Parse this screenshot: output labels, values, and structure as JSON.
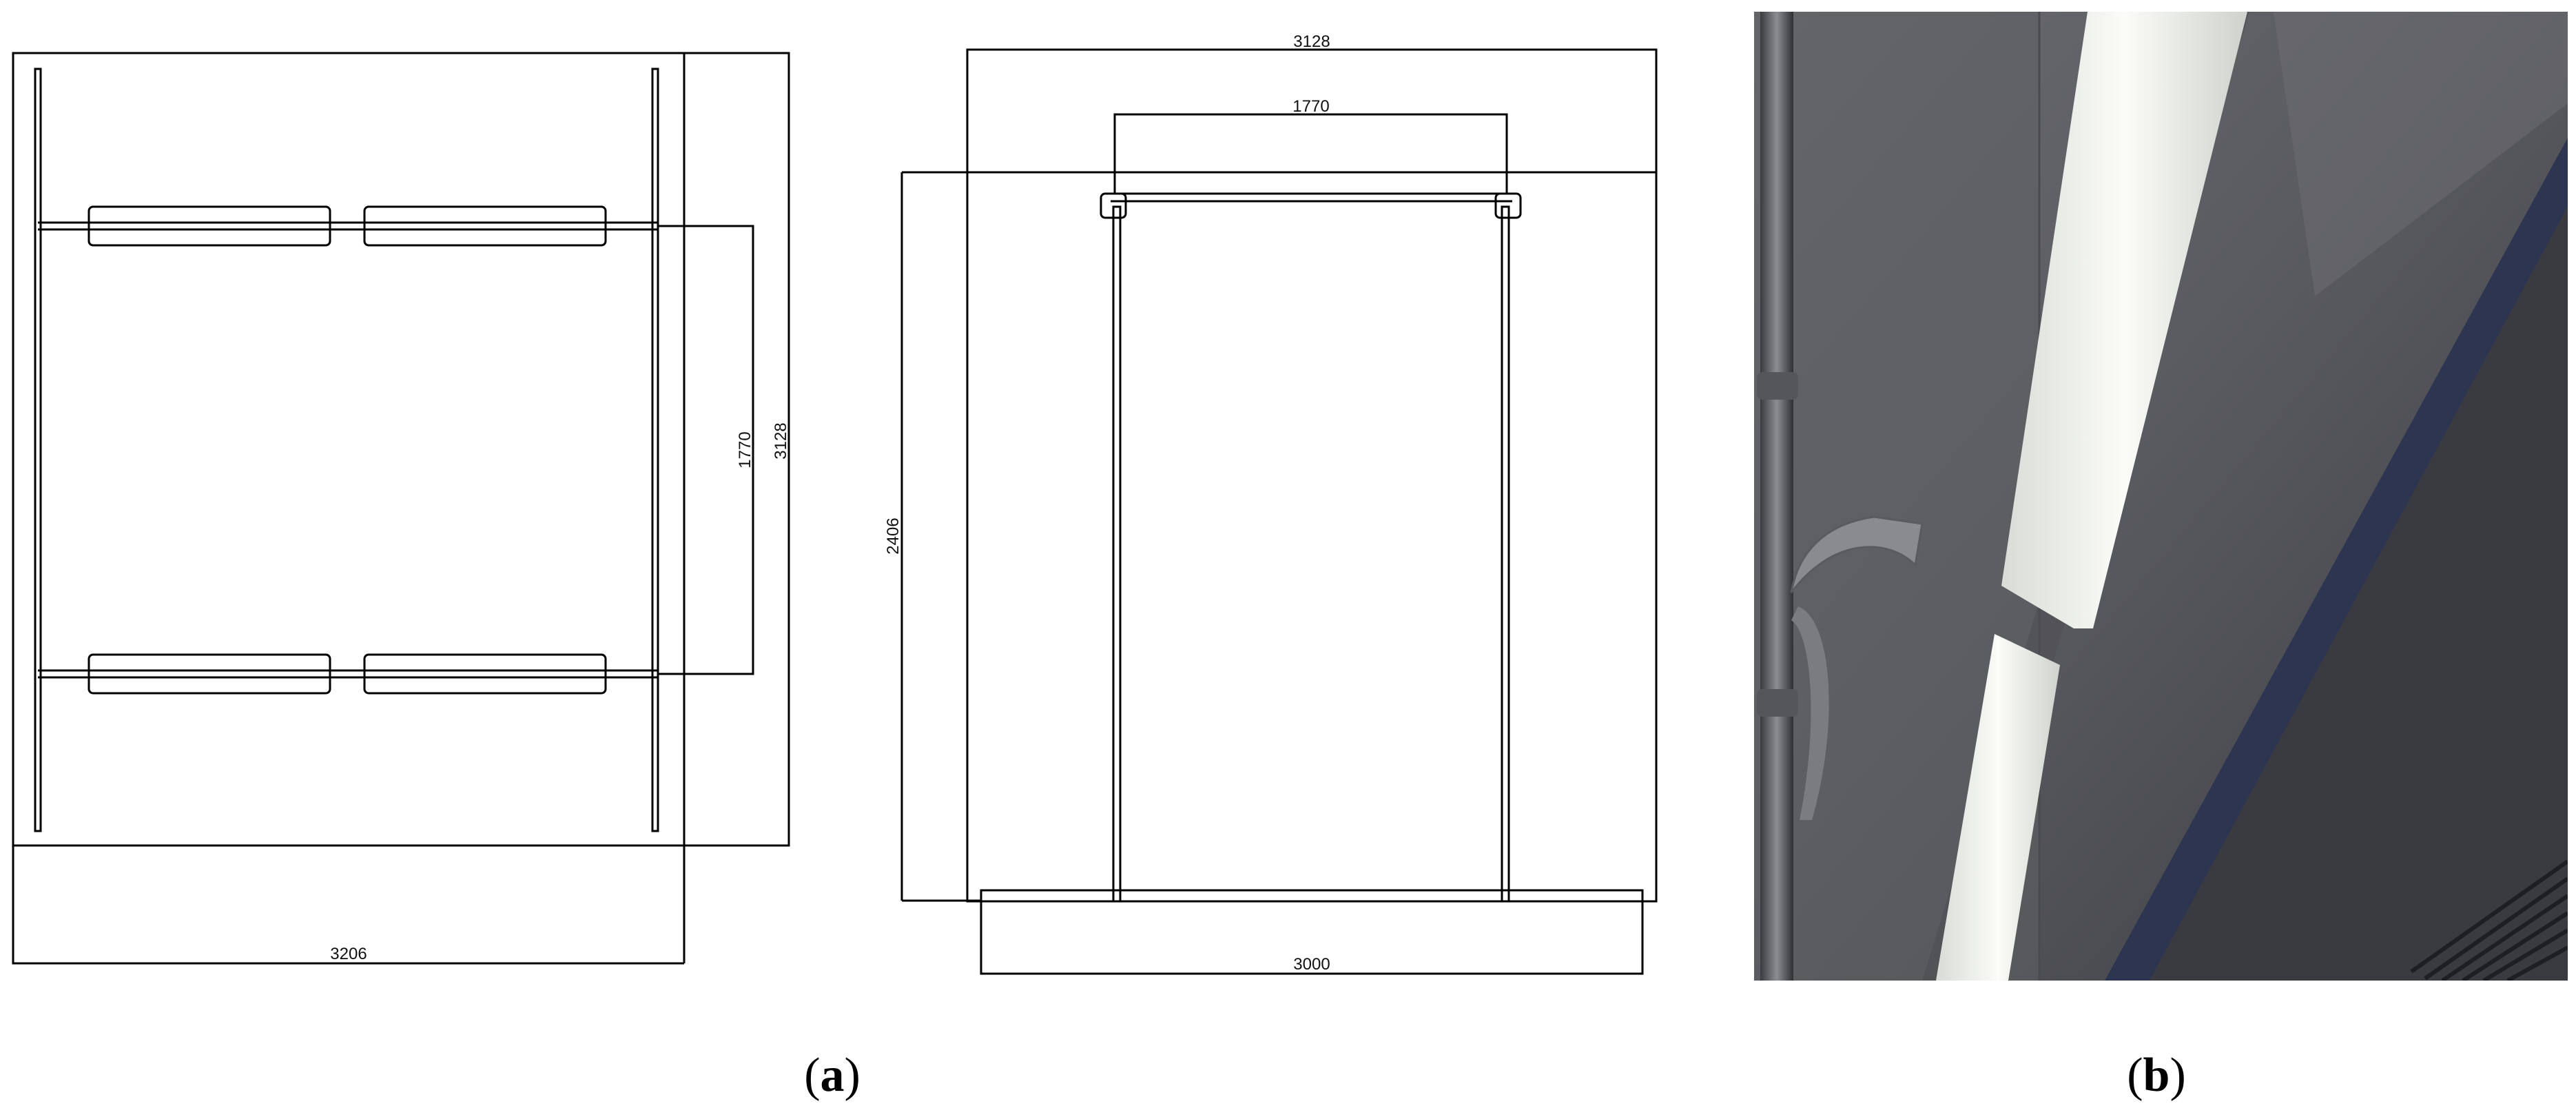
{
  "figure": {
    "panel_a": {
      "label": "a",
      "plan_view": {
        "dim_bottom": "3206",
        "dim_right_inner": "1770",
        "dim_right_outer": "3128"
      },
      "side_view": {
        "dim_top_outer": "3128",
        "dim_top_inner": "1770",
        "dim_left": "2406",
        "dim_bottom": "3000"
      }
    },
    "panel_b": {
      "label": "b"
    }
  }
}
